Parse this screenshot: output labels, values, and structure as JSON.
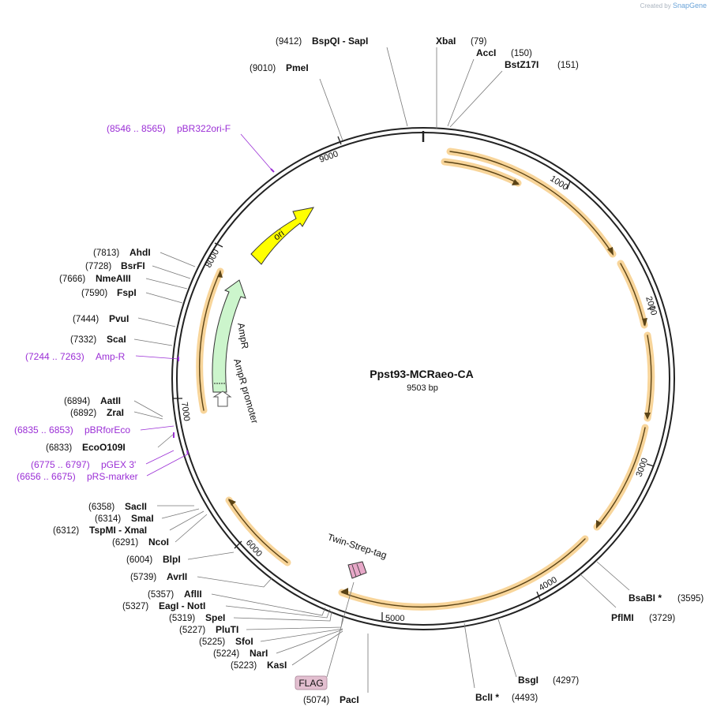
{
  "brand": {
    "prefix": "Created by",
    "name": "SnapGene"
  },
  "plasmid": {
    "name": "Ppst93-MCRaeo-CA",
    "length_label": "9503 bp",
    "length": 9503
  },
  "ticks": [
    "1000",
    "2000",
    "3000",
    "4000",
    "5000",
    "6000",
    "7000",
    "8000",
    "9000"
  ],
  "enzymes": [
    {
      "name": "BspQI  -  SapI",
      "pos": "(9412)"
    },
    {
      "name": "XbaI",
      "pos": "(79)"
    },
    {
      "name": "AccI",
      "pos": "(150)"
    },
    {
      "name": "BstZ17I",
      "pos": "(151)"
    },
    {
      "name": "PmeI",
      "pos": "(9010)"
    },
    {
      "name": "AhdI",
      "pos": "(7813)"
    },
    {
      "name": "BsrFI",
      "pos": "(7728)"
    },
    {
      "name": "NmeAIII",
      "pos": "(7666)"
    },
    {
      "name": "FspI",
      "pos": "(7590)"
    },
    {
      "name": "PvuI",
      "pos": "(7444)"
    },
    {
      "name": "ScaI",
      "pos": "(7332)"
    },
    {
      "name": "AatII",
      "pos": "(6894)"
    },
    {
      "name": "ZraI",
      "pos": "(6892)"
    },
    {
      "name": "EcoO109I",
      "pos": "(6833)"
    },
    {
      "name": "SacII",
      "pos": "(6358)"
    },
    {
      "name": "SmaI",
      "pos": "(6314)"
    },
    {
      "name": "TspMI  -  XmaI",
      "pos": "(6312)"
    },
    {
      "name": "NcoI",
      "pos": "(6291)"
    },
    {
      "name": "BlpI",
      "pos": "(6004)"
    },
    {
      "name": "AvrII",
      "pos": "(5739)"
    },
    {
      "name": "AflII",
      "pos": "(5357)"
    },
    {
      "name": "EagI  -  NotI",
      "pos": "(5327)"
    },
    {
      "name": "SpeI",
      "pos": "(5319)"
    },
    {
      "name": "PluTI",
      "pos": "(5227)"
    },
    {
      "name": "SfoI",
      "pos": "(5225)"
    },
    {
      "name": "NarI",
      "pos": "(5224)"
    },
    {
      "name": "KasI",
      "pos": "(5223)"
    },
    {
      "name": "PacI",
      "pos": "(5074)"
    },
    {
      "name": "BclI *",
      "pos": "(4493)"
    },
    {
      "name": "BsgI",
      "pos": "(4297)"
    },
    {
      "name": "PflMI",
      "pos": "(3729)"
    },
    {
      "name": "BsaBI *",
      "pos": "(3595)"
    }
  ],
  "primers": [
    {
      "range": "(8546 .. 8565)",
      "name": "pBR322ori-F"
    },
    {
      "range": "(7244 .. 7263)",
      "name": "Amp-R"
    },
    {
      "range": "(6835 .. 6853)",
      "name": "pBRforEco"
    },
    {
      "range": "(6775 .. 6797)",
      "name": "pGEX 3'"
    },
    {
      "range": "(6656 .. 6675)",
      "name": "pRS-marker"
    }
  ],
  "features": {
    "ori": "ori",
    "ampr": "AmpR",
    "ampr_promoter": "AmpR promoter",
    "twin_strep": "Twin-Strep-tag",
    "flag": "FLAG"
  },
  "colors": {
    "backbone": "#222222",
    "orf_fill": "#f8d59a",
    "orf_line": "#5a4316",
    "ori": "#ffff00",
    "ampr": "#ccf5cc",
    "primer": "#9b2fd6",
    "flag_fill": "#e3bfd0",
    "tag_fill": "#e7a8c8"
  }
}
